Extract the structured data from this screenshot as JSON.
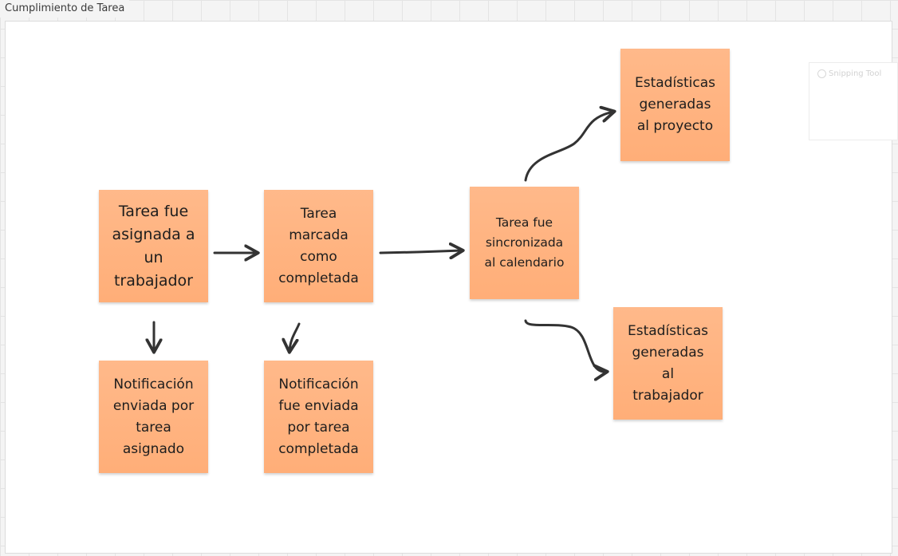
{
  "frame": {
    "title": "Cumplimiento de Tarea"
  },
  "overlay": {
    "label": "Snipping Tool",
    "icon": "snipping-tool-icon"
  },
  "colors": {
    "note": "#ffb07c",
    "arrow": "#333333",
    "frame_bg": "#ffffff"
  },
  "notes": {
    "asignada": "Tarea fue\nasignada a\nun\ntrabajador",
    "marcada": "Tarea\nmarcada\ncomo\ncompletada",
    "sincronizada": "Tarea fue\nsincronizada\nal calendario",
    "estadisticas_proyecto": "Estadísticas\ngeneradas\nal proyecto",
    "estadisticas_trabajador": "Estadísticas\ngeneradas\nal\ntrabajador",
    "notif_asignado": "Notificación\nenviada por\ntarea\nasignado",
    "notif_completada": "Notificación\nfue enviada\npor tarea\ncompletada"
  }
}
